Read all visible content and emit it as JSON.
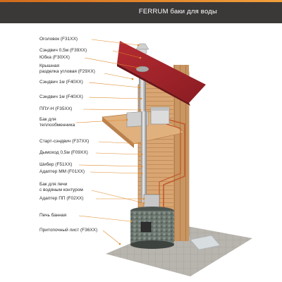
{
  "header": {
    "brand": "FERRUM",
    "title": "баки для воды"
  },
  "labels": [
    {
      "id": "cap",
      "text": "Оголовок (F31XX)"
    },
    {
      "id": "sandwich-05",
      "text": "Сэндвич 0,5м (F39XX)"
    },
    {
      "id": "skirt",
      "text": "Юбка (F30XX)"
    },
    {
      "id": "roof-cut",
      "text": "Крышная\nразделка угловая (F29XX)"
    },
    {
      "id": "sandwich-1m-a",
      "text": "Сэндвич 1м (F40XX)"
    },
    {
      "id": "sandwich-1m-b",
      "text": "Сэндвич 1м (F40XX)"
    },
    {
      "id": "ppu",
      "text": "ППУ-Н (F35XX)"
    },
    {
      "id": "hx-tank",
      "text": "Бак для\nтеплообменника"
    },
    {
      "id": "start-sandwich",
      "text": "Старт-сэндвич (F37XX)"
    },
    {
      "id": "smoke-pipe",
      "text": "Дымоход 0,5м (F09XX)"
    },
    {
      "id": "damper",
      "text": "Шибер (F51XX)"
    },
    {
      "id": "adapter-mm",
      "text": "Адаптер ММ (F01XX)"
    },
    {
      "id": "stove-tank",
      "text": "Бак для печи\nс водяным контуром"
    },
    {
      "id": "adapter-pp",
      "text": "Адаптер ПП (F02XX)"
    },
    {
      "id": "stove",
      "text": "Печь банная"
    },
    {
      "id": "floor-sheet",
      "text": "Притопочный лист (F36XX)"
    }
  ],
  "colors": {
    "header_bg": "#3b3838",
    "accent": "#e08a2a",
    "roof": "#a4232a",
    "wood": "#d9a673",
    "leader": "#e08a2a"
  }
}
